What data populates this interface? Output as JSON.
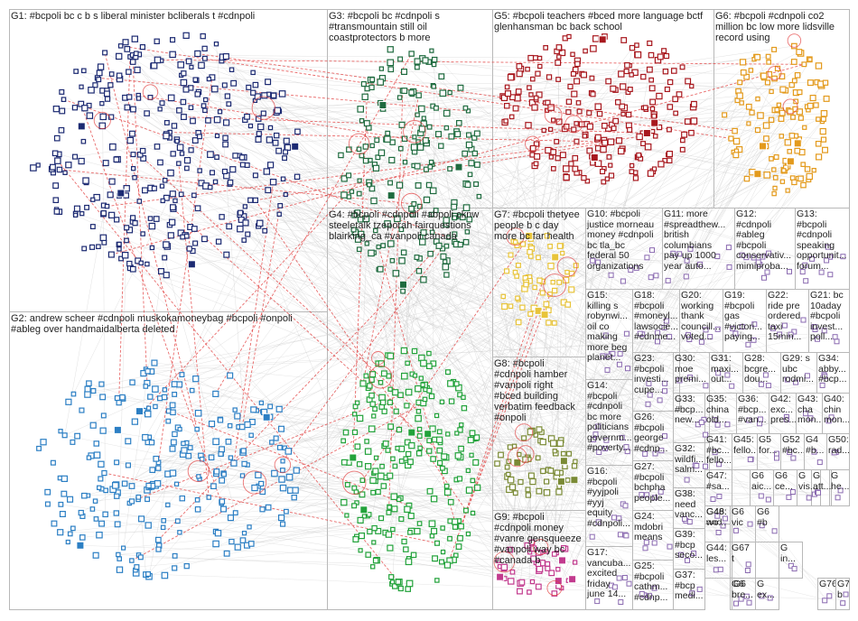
{
  "colors": {
    "background": "#ffffff",
    "box_border": "#b8b8b8",
    "edge_gray": "#c8c8c8",
    "edge_red": "#e23a3a",
    "g1": "#1c2a72",
    "g2": "#2c7fc4",
    "g3": "#1f6b3f",
    "g4": "#22a23a",
    "g5": "#a8181e",
    "g6": "#e39a1c",
    "g7": "#e8c43a",
    "g8": "#7a8a35",
    "g9": "#c23a8e",
    "misc": "#8a6ab0"
  },
  "groups": [
    {
      "id": "g1",
      "label": "G1: #bcpoli bc c b s liberal minister bcliberals t #cdnpoli"
    },
    {
      "id": "g2",
      "label": "G2: andrew scheer #cdnpoli muskokamoneybag #bcpoli #onpoli\n#ableg over handmaidalberta deleted"
    },
    {
      "id": "g3",
      "label": "G3: #bcpoli bc #cdnpoli s\n#transmountain still oil\ncoastprotectors b more"
    },
    {
      "id": "g4",
      "label": "G4: #bcpoli #cdnpoli #abpoli cknw\nsteeletalk tzeporah fairquestions\nblairking_ca #vanpoli canada"
    },
    {
      "id": "g5",
      "label": "G5: #bcpoli teachers #bced more language bctf\nglenhansman bc back school"
    },
    {
      "id": "g6",
      "label": "G6: #bcpoli #cdnpoli co2\nmillion bc low more lidsville\nrecord using"
    },
    {
      "id": "g7",
      "label": "G7: #bcpoli thetyee\npeople b c day\nmore bc far health"
    },
    {
      "id": "g8",
      "label": "G8: #bcpoli\n#cdnpoli hamber\n#vanpoli right\n#bced building\nverbatim feedback\n#onpoli"
    },
    {
      "id": "g9",
      "label": "G9: #bcpoli\n#cdnpoli money\n#vanre gensqueeze\n#vanpoli way bc\n#canada b"
    },
    {
      "id": "g10",
      "label": "G10: #bcpoli\njustice morneau\nmoney #cdnpoli\nbc tla_bc\nfederal 50\norganizations"
    },
    {
      "id": "g11",
      "label": "G11: more\n#spreadthew...\nbritish\ncolumbians\npay up 1000\nyear auto..."
    },
    {
      "id": "g12",
      "label": "G12:\n#cdnpoli\n#ableg\n#bcpoli\nconservativ...\nmimiproba..."
    },
    {
      "id": "g13",
      "label": "G13:\n#bcpoli\n#cdnpoli\nspeaking\nopportunit...\nforum..."
    },
    {
      "id": "g14",
      "label": "G14:\n#bcpoli\n#cdnpoli\nbc more\npoliticians\ngovernm...\n#poverty..."
    },
    {
      "id": "g15",
      "label": "G15:\nkilling s\nrobynwi...\noil co\nmaking\nmore beg\nplanet..."
    },
    {
      "id": "g16",
      "label": "G16:\n#bcpoli\n#yyjpoli\n#yyj\nequity\n#cdnpoli..."
    },
    {
      "id": "g17",
      "label": "G17:\nvancuba...\nexcited\nfriday\njune 14..."
    },
    {
      "id": "g18",
      "label": "G18:\n#bcpoli\n#moneyl...\nlawsocie...\n#cdnme..."
    },
    {
      "id": "g19",
      "label": "G19:\n#bcpoli\ngas\n#victori...\npaying..."
    },
    {
      "id": "g20",
      "label": "G20:\nworking\nthank\ncouncill...\nvoted..."
    },
    {
      "id": "g21",
      "label": "G21: bc\n10aday\n#bcpoli\ninvest...\npoll..."
    },
    {
      "id": "g22",
      "label": "G22:\nride pre\nordered\ntaxi\n15min..."
    },
    {
      "id": "g23",
      "label": "G23:\n#bcpoli\ninvesti...\ncupe..."
    },
    {
      "id": "g24",
      "label": "G24:\nmdobri\nmeans"
    },
    {
      "id": "g25",
      "label": "G25:\n#bcpoli\ncathm...\n#cdnp..."
    },
    {
      "id": "g26",
      "label": "G26:\n#bcpoli\ngeorge\n#cdnp..."
    },
    {
      "id": "g27",
      "label": "G27:\n#bcpoli\nbchpha\npeople..."
    },
    {
      "id": "g28",
      "label": "G28:\nbcgre...\ndou..."
    },
    {
      "id": "g29",
      "label": "G29: s\nubc\nrodmi..."
    },
    {
      "id": "g30",
      "label": "G30:\nmoe\npremi..."
    },
    {
      "id": "g31",
      "label": "G31:\nmaxi...\nout..."
    },
    {
      "id": "g32",
      "label": "G32:\nwildfi...\nsalm..."
    },
    {
      "id": "g33",
      "label": "G33:\n#bcp...\nnew..."
    },
    {
      "id": "g34",
      "label": "G34:\nabby...\n#bcp..."
    },
    {
      "id": "g35",
      "label": "G35:\nchina\nold..."
    },
    {
      "id": "g36",
      "label": "G36:\n#bcp...\n#van..."
    },
    {
      "id": "g37",
      "label": "G37:\n#bcp\nmedi..."
    },
    {
      "id": "g38",
      "label": "G38:\nneed\nvanc..."
    },
    {
      "id": "g39",
      "label": "G39:\n#bcp\nseco..."
    },
    {
      "id": "g40",
      "label": "G40:\nchin\nmon..."
    },
    {
      "id": "g41",
      "label": "G41:\n#bc...\nfello..."
    },
    {
      "id": "g42",
      "label": "G42:\nexc...\npres..."
    },
    {
      "id": "g43",
      "label": "G43:\ncha\nmon..."
    },
    {
      "id": "g44",
      "label": "G44:\nles..."
    },
    {
      "id": "g45",
      "label": "G45:\nfello..."
    },
    {
      "id": "g46",
      "label": "G46:\nwo..."
    },
    {
      "id": "g47",
      "label": "G47:\n#sa..."
    },
    {
      "id": "g48",
      "label": "G48:\ngod"
    },
    {
      "id": "g50",
      "label": "G50:\nrad..."
    },
    {
      "id": "g51",
      "label": "G5\nfor..."
    },
    {
      "id": "g52",
      "label": "G52\n#bc..."
    },
    {
      "id": "g53",
      "label": "G4\n#b..."
    },
    {
      "id": "g67",
      "label": "G67 t"
    },
    {
      "id": "g76",
      "label": "G76"
    },
    {
      "id": "g77",
      "label": "G7\nb"
    },
    {
      "id": "gx1",
      "label": "G6\naic..."
    },
    {
      "id": "gx2",
      "label": "G6\nce..."
    },
    {
      "id": "gx3",
      "label": "G\nvis..."
    },
    {
      "id": "gx4",
      "label": "G\natt..."
    },
    {
      "id": "gx5",
      "label": "G\nhe..."
    },
    {
      "id": "gx6",
      "label": "G6\nvic"
    },
    {
      "id": "gx7",
      "label": "G6\n#b"
    },
    {
      "id": "gx8",
      "label": "G6"
    },
    {
      "id": "gx9",
      "label": "G6\nbre..."
    },
    {
      "id": "gx10",
      "label": "G\nex..."
    },
    {
      "id": "gx11",
      "label": "G\nin..."
    }
  ]
}
